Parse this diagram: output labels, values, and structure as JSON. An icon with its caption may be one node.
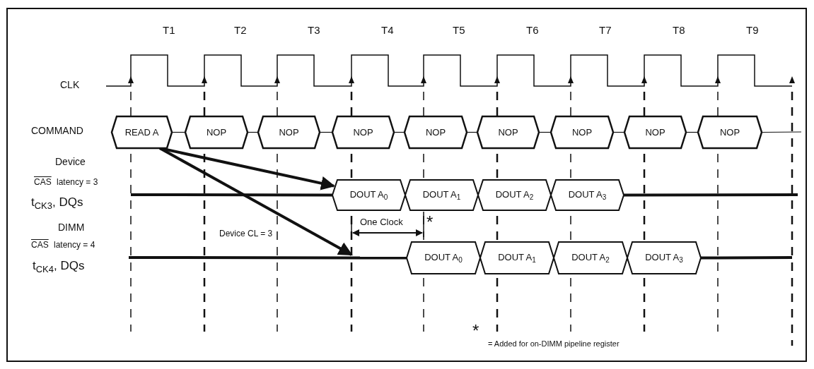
{
  "diagram": {
    "nodes": [
      {
        "text": [
          "READ A"
        ]
      },
      {
        "text": [
          "NOP"
        ]
      },
      {
        "text": [
          "NOP"
        ]
      },
      {
        "text": [
          "NOP"
        ]
      },
      {
        "text": [
          "NOP"
        ]
      },
      {
        "text": [
          "NOP"
        ]
      },
      {
        "text": [
          "NOP"
        ]
      },
      {
        "text": [
          "NOP"
        ]
      },
      {
        "text": [
          "NOP"
        ]
      },
      {
        "text": [
          "DOUT A$_{0}$"
        ]
      },
      {
        "text": [
          "DOUT A$_{1}$"
        ]
      },
      {
        "text": [
          "DOUT A$_{2}$"
        ]
      },
      {
        "text": [
          "DOUT A$_{3}$"
        ]
      },
      {
        "text": [
          "DOUT A$_{0}$"
        ]
      },
      {
        "text": [
          "DOUT A$_{1}$"
        ]
      },
      {
        "text": [
          "DOUT A$_{2}$"
        ]
      },
      {
        "text": [
          "DOUT A$_{3}$"
        ]
      }
    ],
    "edges": [
      {
        "from": 0,
        "to": 1,
        "arrow": "none"
      },
      {
        "from": 1,
        "to": 2,
        "arrow": "none"
      },
      {
        "from": 2,
        "to": 3,
        "arrow": "none"
      },
      {
        "from": 3,
        "to": 4,
        "arrow": "none"
      },
      {
        "from": 4,
        "to": 5,
        "arrow": "none"
      },
      {
        "from": 5,
        "to": 6,
        "arrow": "none"
      },
      {
        "from": 6,
        "to": 7,
        "arrow": "none"
      },
      {
        "from": 7,
        "to": 8,
        "arrow": "none"
      },
      {
        "from": 8,
        "to": null,
        "arrow": "none"
      },
      {
        "from": 0,
        "to": 9,
        "arrow": "to",
        "style": "thick"
      },
      {
        "from": 0,
        "to": null,
        "arrow": "to",
        "style": "thick",
        "label": "Device CL = 3"
      },
      {
        "from": null,
        "to": 9,
        "arrow": "none",
        "style": "thick"
      },
      {
        "from": 12,
        "to": null,
        "arrow": "none",
        "style": "thick"
      },
      {
        "from": null,
        "to": 13,
        "arrow": "none",
        "style": "thick"
      },
      {
        "from": 16,
        "to": null,
        "arrow": "none",
        "style": "thick"
      }
    ],
    "labels": [
      "T1",
      "T2",
      "T3",
      "T4",
      "T5",
      "T6",
      "T7",
      "T8",
      "T9",
      "CLK",
      "COMMAND",
      "Device",
      "CAS",
      "latency = 3",
      "t$_{CK3}$, DQs",
      "DIMM",
      "CAS",
      "latency = 4",
      "t$_{CK4}$, DQs",
      "One Clock",
      "*",
      "*",
      "= Added for on-DIMM pipeline register"
    ]
  }
}
